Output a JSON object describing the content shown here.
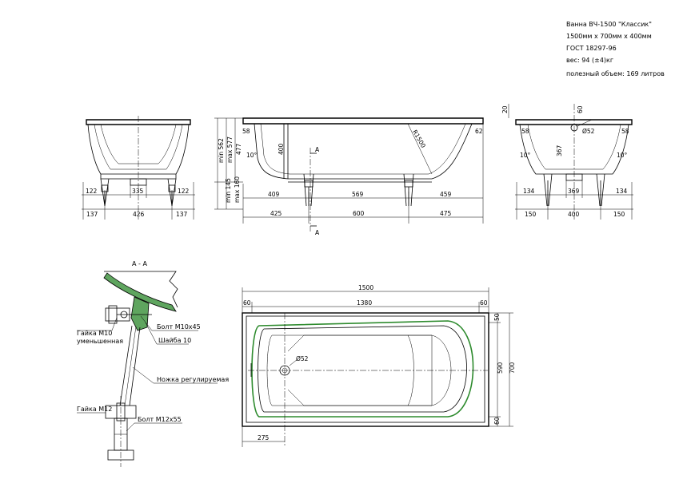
{
  "title_block": {
    "name": "Ванна ВЧ-1500 \"Классик\"",
    "size": "1500мм х 700мм х 400мм",
    "standard": "ГОСТ 18297-96",
    "weight": "вес: 94 (±4)кг",
    "volume": "полезный объем: 169 литров"
  },
  "left_view": {
    "dims": [
      "122",
      "335",
      "122",
      "137",
      "426",
      "137"
    ]
  },
  "front_view": {
    "dims": [
      "58",
      "62",
      "R1500",
      "400",
      "10°",
      "409",
      "569",
      "459",
      "425",
      "600",
      "475",
      "min 562",
      "max 577",
      "477",
      "min 145",
      "max 160"
    ],
    "section_mark": "A"
  },
  "right_view": {
    "dims": [
      "20",
      "60",
      "Ø52",
      "58",
      "58",
      "10°",
      "10°",
      "367",
      "134",
      "369",
      "134",
      "150",
      "400",
      "150"
    ]
  },
  "section": {
    "label": "А - А",
    "callouts": [
      "Гайка М10",
      "уменьшенная",
      "Болт М10х45",
      "Шайба 10",
      "Ножка регулируемая",
      "Гайка М12",
      "Болт М12х55"
    ]
  },
  "plan_view": {
    "dims": [
      "1500",
      "60",
      "1380",
      "60",
      "50",
      "590",
      "700",
      "60",
      "275",
      "Ø52"
    ]
  }
}
